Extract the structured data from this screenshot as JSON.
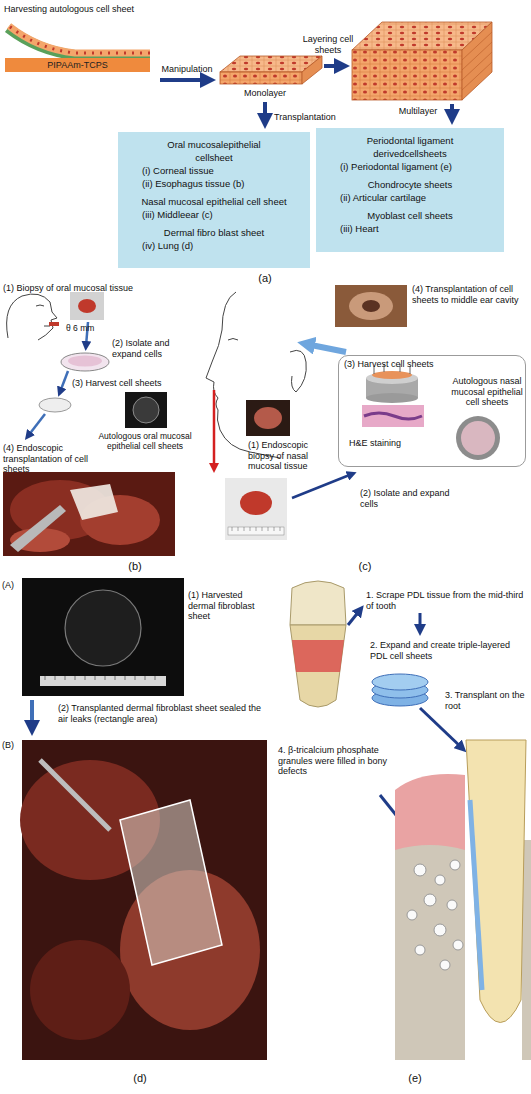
{
  "diagram": {
    "nodes": [
      {
        "text": [
          "PIPAAm-TCPS"
        ]
      },
      {
        "text": [
          "Oral mucosalepithelial cellsheet",
          "(i) Corneal tissue",
          "(ii) Esophagus tissue (b)",
          "Nasal mucosal epithelial cell sheet",
          "(iii) Middleear (c)",
          "Dermal fibro blast sheet",
          "(iv) Lung (d)"
        ]
      },
      {
        "text": [
          "Periodontal ligament derivedcellsheets",
          "(i) Periodontal ligament (e)",
          "Chondrocyte sheets",
          "(ii) Articular cartilage",
          "Myoblast cell sheets",
          "(iii) Heart"
        ]
      },
      {
        "text": [
          "(3) Harvest cell sheets",
          "Autologous nasal mucosal epithelial cell sheets",
          "H&E staining"
        ]
      }
    ],
    "labels": [
      "Harvesting autologous cell sheet",
      "Layering cell sheets",
      "Manipulation",
      "Monolayer",
      "Multilayer",
      "Transplantation",
      "(a)",
      "(1) Biopsy of oral mucosal tissue",
      "θ 6 mm",
      "(2) Isolate and expand cells",
      "(3) Harvest cell sheets",
      "Autologous oral mucosal epithelial cell sheets",
      "(4) Endoscopic transplantation of cell sheets",
      "(b)",
      "(4) Transplantation of cell sheets to middle ear cavity",
      "(1) Endoscopic biopsy of nasal mucosal tissue",
      "(2) Isolate and expand cells",
      "(c)",
      "(A)",
      "(1) Harvested dermal fibroblast sheet",
      "(B)",
      "(2) Transplanted dermal fibroblast sheet sealed the air leaks (rectangle area)",
      "(d)",
      "1. Scrape PDL tissue from the mid-third of tooth",
      "2. Expand and create triple-layered PDL cell sheets",
      "3. Transplant on the root",
      "4. β-tricalcium phosphate granules were filled in bony defects",
      "(e)"
    ]
  }
}
